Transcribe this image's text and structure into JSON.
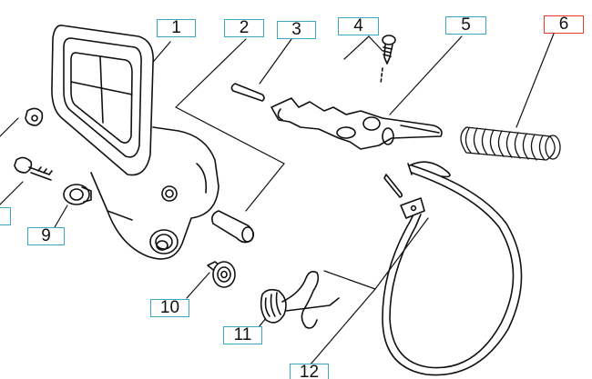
{
  "colors": {
    "callout_border": "#39a8c8",
    "highlight_border": "#e23b2b",
    "line": "#111111"
  },
  "highlighted_part": "6",
  "callouts": [
    {
      "label": "1",
      "part": "handle-guard"
    },
    {
      "label": "2",
      "part": "shoulder-bolt"
    },
    {
      "label": "3",
      "part": "pin"
    },
    {
      "label": "4",
      "part": "screw"
    },
    {
      "label": "5",
      "part": "brake-lever"
    },
    {
      "label": "6",
      "part": "spring"
    },
    {
      "label": "9",
      "part": "washer-screw"
    },
    {
      "label": "10",
      "part": "bushing"
    },
    {
      "label": "11",
      "part": "torsion-spring"
    },
    {
      "label": "12",
      "part": "brake-band"
    }
  ]
}
